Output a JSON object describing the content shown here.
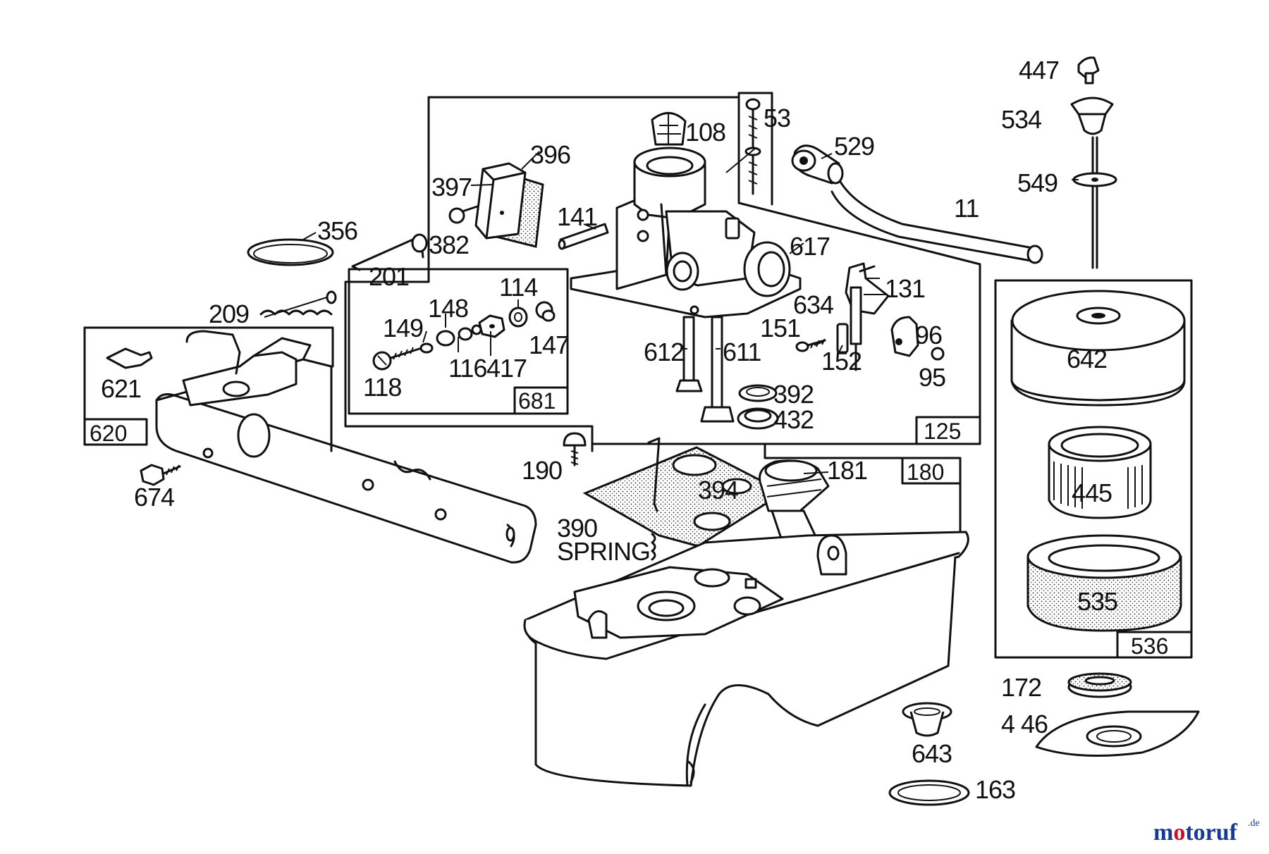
{
  "callouts": {
    "c447": "447",
    "c534": "534",
    "c549": "549",
    "c53": "53",
    "c108": "108",
    "c396": "396",
    "c397": "397",
    "c529": "529",
    "c11": "11",
    "c356": "356",
    "c382": "382",
    "c201": "201",
    "c141": "141",
    "c617": "617",
    "c114": "114",
    "c148": "148",
    "c149": "149",
    "c147": "147",
    "c116": "116",
    "c417": "417",
    "c118": "118",
    "c209": "209",
    "c621": "621",
    "c674": "674",
    "c131": "131",
    "c634": "634",
    "c151": "151",
    "c96": "96",
    "c95": "95",
    "c152": "152",
    "c612": "612",
    "c611": "611",
    "c392": "392",
    "c432": "432",
    "c642": "642",
    "c445": "445",
    "c535": "535",
    "c190": "190",
    "c181": "181",
    "c394": "394",
    "c390": "390",
    "spring": "SPRING",
    "c172": "172",
    "c446": "4 46",
    "c643": "643",
    "c163": "163"
  },
  "boxes": {
    "b620": "620",
    "b681": "681",
    "b125": "125",
    "b180": "180",
    "b536": "536"
  },
  "watermark": {
    "brand": "motoruf",
    "suffix": ".de",
    "colors": {
      "m": "#1a3a8a",
      "o": "#c8102e",
      "rest": "#1a3a8a"
    }
  }
}
